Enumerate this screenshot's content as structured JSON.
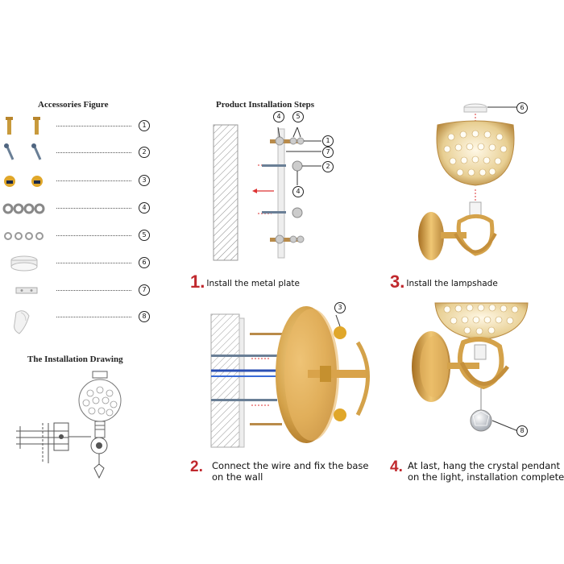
{
  "titles": {
    "accessories": "Accessories Figure",
    "steps": "Product Installation Steps",
    "drawing": "The Installation Drawing"
  },
  "accessory_numbers": [
    "1",
    "2",
    "3",
    "4",
    "5",
    "6",
    "7",
    "8"
  ],
  "steps": [
    {
      "number": "1.",
      "text": "Install the metal plate"
    },
    {
      "number": "2.",
      "line1": "Connect the wire and fix the base",
      "line2": "on the wall"
    },
    {
      "number": "3.",
      "text": "Install the lampshade"
    },
    {
      "number": "4.",
      "line1": "At last, hang the crystal pendant",
      "line2": "on the light, installation completed."
    }
  ],
  "callouts": {
    "p1_a": "4",
    "p1_b": "5",
    "p1_c": "1",
    "p1_d": "7",
    "p1_e": "2",
    "p1_f": "4",
    "p2_a": "3",
    "p3_a": "6",
    "p4_a": "8"
  },
  "colors": {
    "step_number": "#c0282d",
    "gold": "#d4a24a"
  }
}
